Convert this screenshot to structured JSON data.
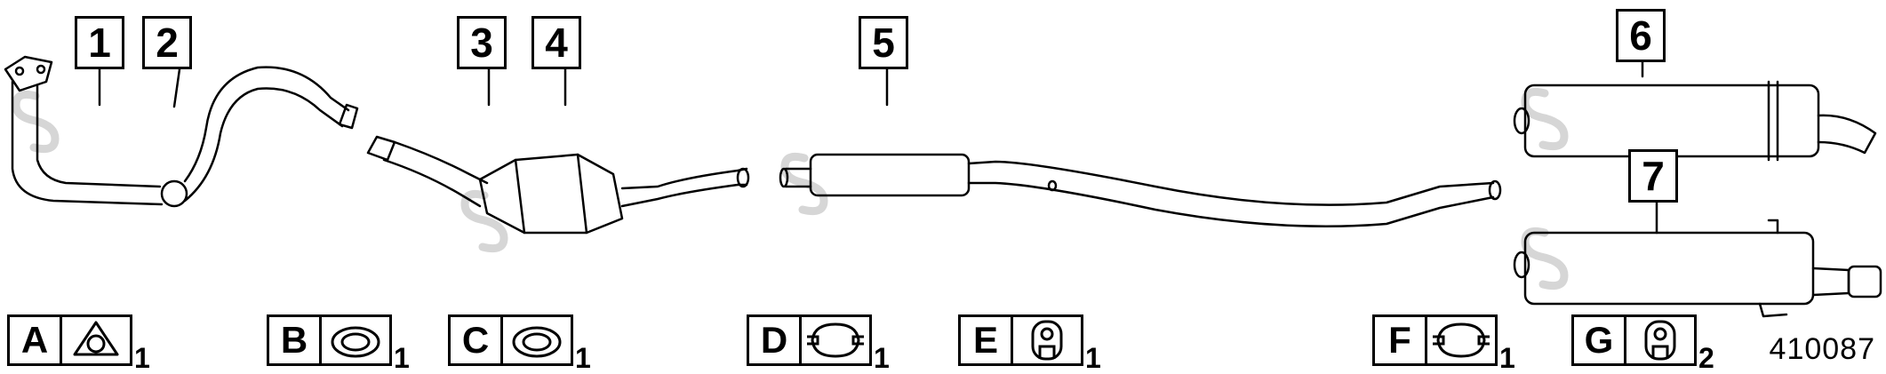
{
  "callouts": [
    "1",
    "2",
    "3",
    "4",
    "5",
    "6",
    "7"
  ],
  "parts": [
    {
      "letter": "A",
      "qty": "1",
      "icon": "triangular-flange-gasket-icon"
    },
    {
      "letter": "B",
      "qty": "1",
      "icon": "ring-gasket-icon"
    },
    {
      "letter": "C",
      "qty": "1",
      "icon": "ring-gasket-icon"
    },
    {
      "letter": "D",
      "qty": "1",
      "icon": "pipe-clamp-icon"
    },
    {
      "letter": "E",
      "qty": "1",
      "icon": "rubber-hanger-icon"
    },
    {
      "letter": "F",
      "qty": "1",
      "icon": "pipe-clamp-icon"
    },
    {
      "letter": "G",
      "qty": "2",
      "icon": "rubber-hanger-icon"
    }
  ],
  "reference_number": "410087"
}
